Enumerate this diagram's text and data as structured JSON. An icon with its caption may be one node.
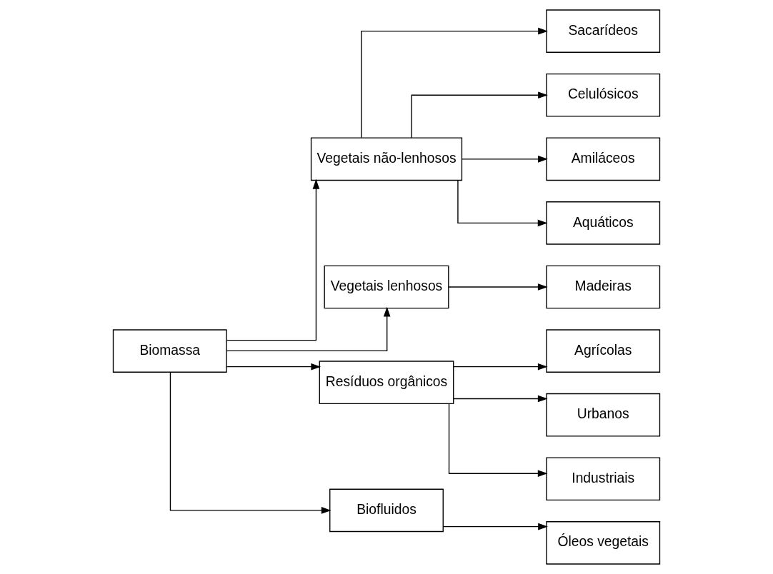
{
  "diagram": {
    "nodes": [
      {
        "text": [
          "Biomassa"
        ]
      },
      {
        "text": [
          "Vegetais não-lenhosos"
        ]
      },
      {
        "text": [
          "Sacarídeos"
        ]
      },
      {
        "text": [
          "Celulósicos"
        ]
      },
      {
        "text": [
          "Amiláceos"
        ]
      },
      {
        "text": [
          "Aquáticos"
        ]
      },
      {
        "text": [
          "Vegetais lenhosos"
        ]
      },
      {
        "text": [
          "Madeiras"
        ]
      },
      {
        "text": [
          "Resíduos orgânicos"
        ]
      },
      {
        "text": [
          "Agrícolas"
        ]
      },
      {
        "text": [
          "Urbanos"
        ]
      },
      {
        "text": [
          "Industriais"
        ]
      },
      {
        "text": [
          "Biofluidos"
        ]
      },
      {
        "text": [
          "Óleos vegetais"
        ]
      }
    ],
    "edges": [
      {
        "from": 0,
        "to": 1,
        "arrow": "to"
      },
      {
        "from": 0,
        "to": 6,
        "arrow": "to"
      },
      {
        "from": 0,
        "to": 8,
        "arrow": "to"
      },
      {
        "from": 0,
        "to": 12,
        "arrow": "to"
      },
      {
        "from": 1,
        "to": 2,
        "arrow": "to"
      },
      {
        "from": 1,
        "to": 3,
        "arrow": "to"
      },
      {
        "from": 1,
        "to": 4,
        "arrow": "to"
      },
      {
        "from": 1,
        "to": 5,
        "arrow": "to"
      },
      {
        "from": 6,
        "to": 7,
        "arrow": "to"
      },
      {
        "from": 8,
        "to": 9,
        "arrow": "to"
      },
      {
        "from": 8,
        "to": 10,
        "arrow": "to"
      },
      {
        "from": 8,
        "to": 11,
        "arrow": "to"
      },
      {
        "from": 12,
        "to": 13,
        "arrow": "to"
      }
    ]
  }
}
